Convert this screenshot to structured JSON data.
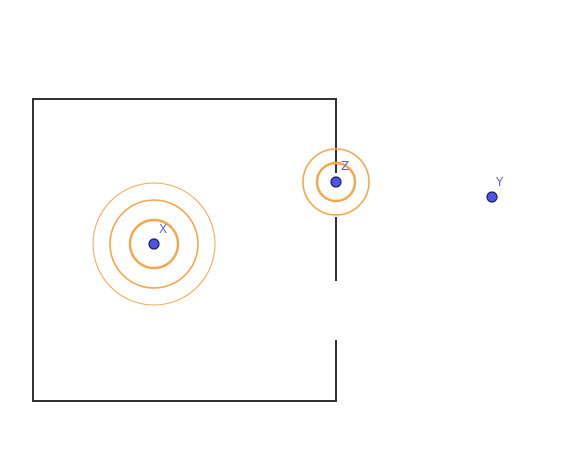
{
  "colors": {
    "wall": "#333333",
    "signal_ring": "#f5a64a",
    "point_fill": "#4f55e3",
    "label": "#5a63f0",
    "background": "#ffffff"
  },
  "points": [
    {
      "id": "X",
      "label": "X",
      "ring_count": 3
    },
    {
      "id": "Z",
      "label": "Z",
      "ring_count": 2
    },
    {
      "id": "Y",
      "label": "Y",
      "ring_count": 0
    }
  ]
}
